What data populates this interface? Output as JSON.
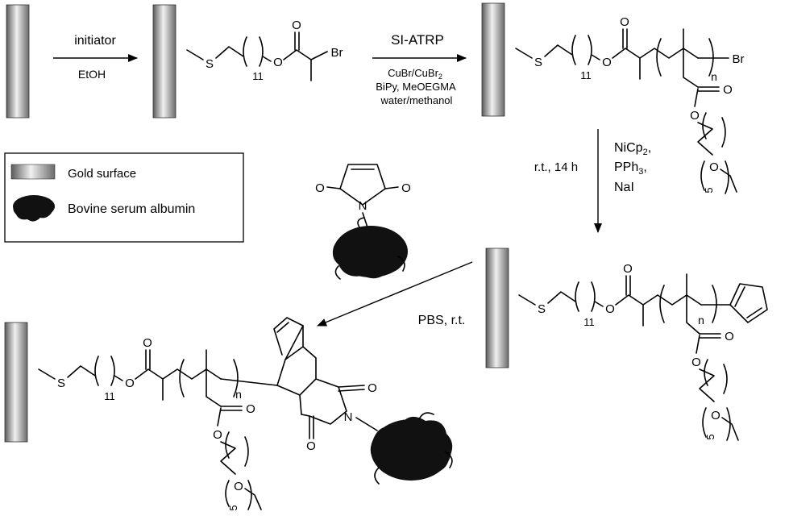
{
  "reactions": {
    "step1": {
      "top": "initiator",
      "bottom": "EtOH"
    },
    "step2": {
      "top": "SI-ATRP",
      "line1": "CuBr/CuBr",
      "line1_sub": "2",
      "line2": "BiPy, MeOEGMA",
      "line3": "water/methanol"
    },
    "step3": {
      "left": "r.t., 14 h",
      "r1": "NiCp",
      "r1_sub": "2",
      "r1_tail": ",",
      "r2": "PPh",
      "r2_sub": "3",
      "r2_tail": ",",
      "r3": "NaI"
    },
    "step4": {
      "label": "PBS, r.t."
    }
  },
  "legend": {
    "gold_label": "Gold surface",
    "protein_label": "Bovine serum albumin"
  },
  "atoms": {
    "S": "S",
    "O": "O",
    "N": "N",
    "Br": "Br",
    "n": "n",
    "eleven": "11",
    "five": "5"
  },
  "colors": {
    "gold_dark": "#555555",
    "gold_light": "#eeeeee",
    "protein": "#111111"
  }
}
